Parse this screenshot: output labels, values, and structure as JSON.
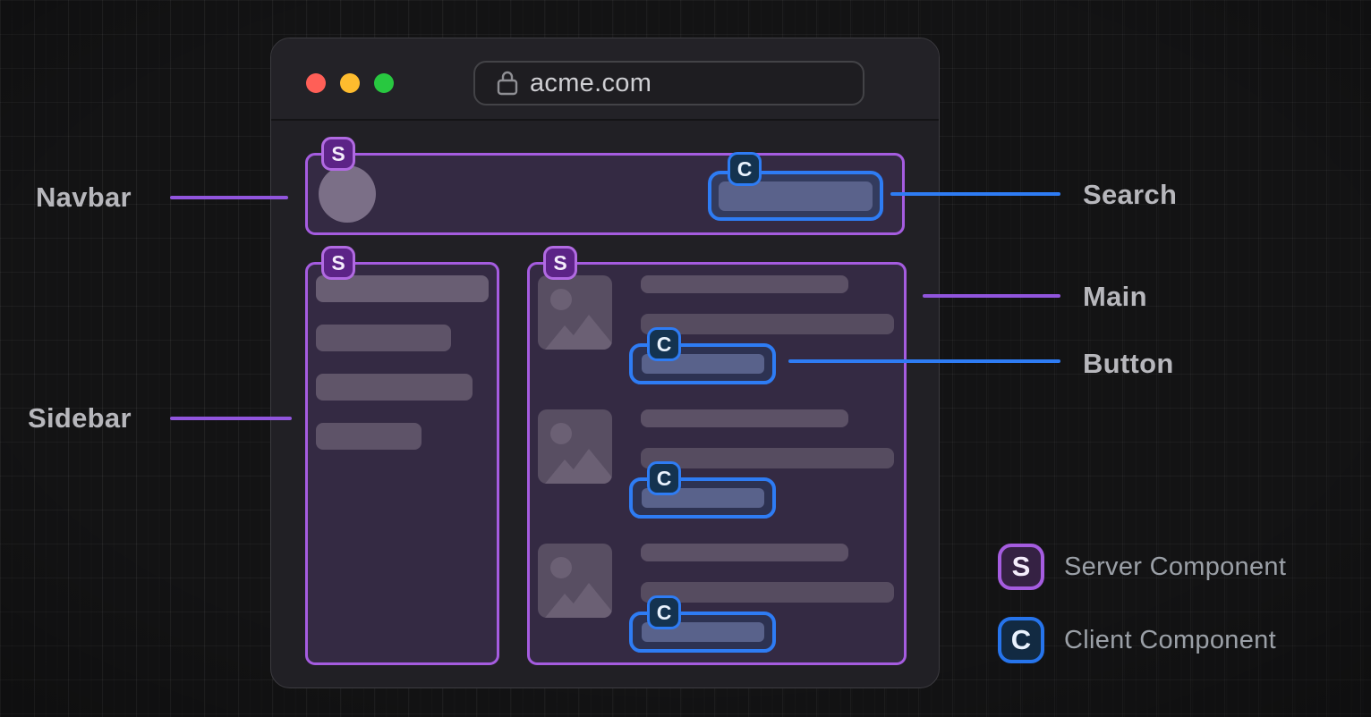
{
  "diagram": {
    "browser": {
      "url": "acme.com",
      "lock_icon": "lock-icon",
      "traffic_lights": [
        {
          "name": "close-light",
          "color": "#ff5f57"
        },
        {
          "name": "minimize-light",
          "color": "#febc2e"
        },
        {
          "name": "zoom-light",
          "color": "#28c840"
        }
      ]
    },
    "badges": {
      "server": "S",
      "client": "C"
    },
    "callouts": {
      "navbar": "Navbar",
      "sidebar": "Sidebar",
      "search": "Search",
      "main": "Main",
      "button": "Button"
    },
    "legend": {
      "items": [
        {
          "badge": "S",
          "label": "Server Component"
        },
        {
          "badge": "C",
          "label": "Client Component"
        }
      ]
    },
    "icons": {
      "image_placeholder": "image-placeholder-icon"
    },
    "colors": {
      "server_accent": "#a55ce0",
      "client_accent": "#2e7cf4",
      "background": "#131314",
      "window": "#212025"
    }
  }
}
